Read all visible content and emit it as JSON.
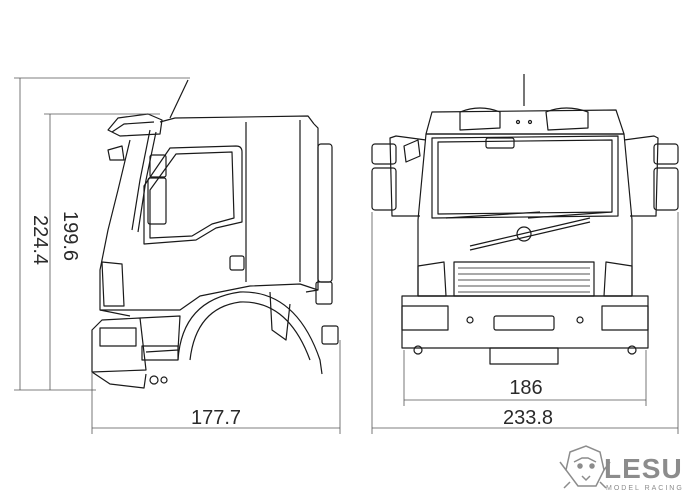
{
  "dimensions": {
    "height_total": "224.4",
    "height_cab": "199.6",
    "side_length": "177.7",
    "front_track": "186",
    "front_width": "233.8"
  },
  "logo": {
    "word": "LESU",
    "tagline": "MODEL RACING",
    "icon": "lion-head-icon"
  },
  "colors": {
    "line": "#1a1a1a",
    "dimension": "#555555",
    "logo": "#8c8c8c"
  }
}
